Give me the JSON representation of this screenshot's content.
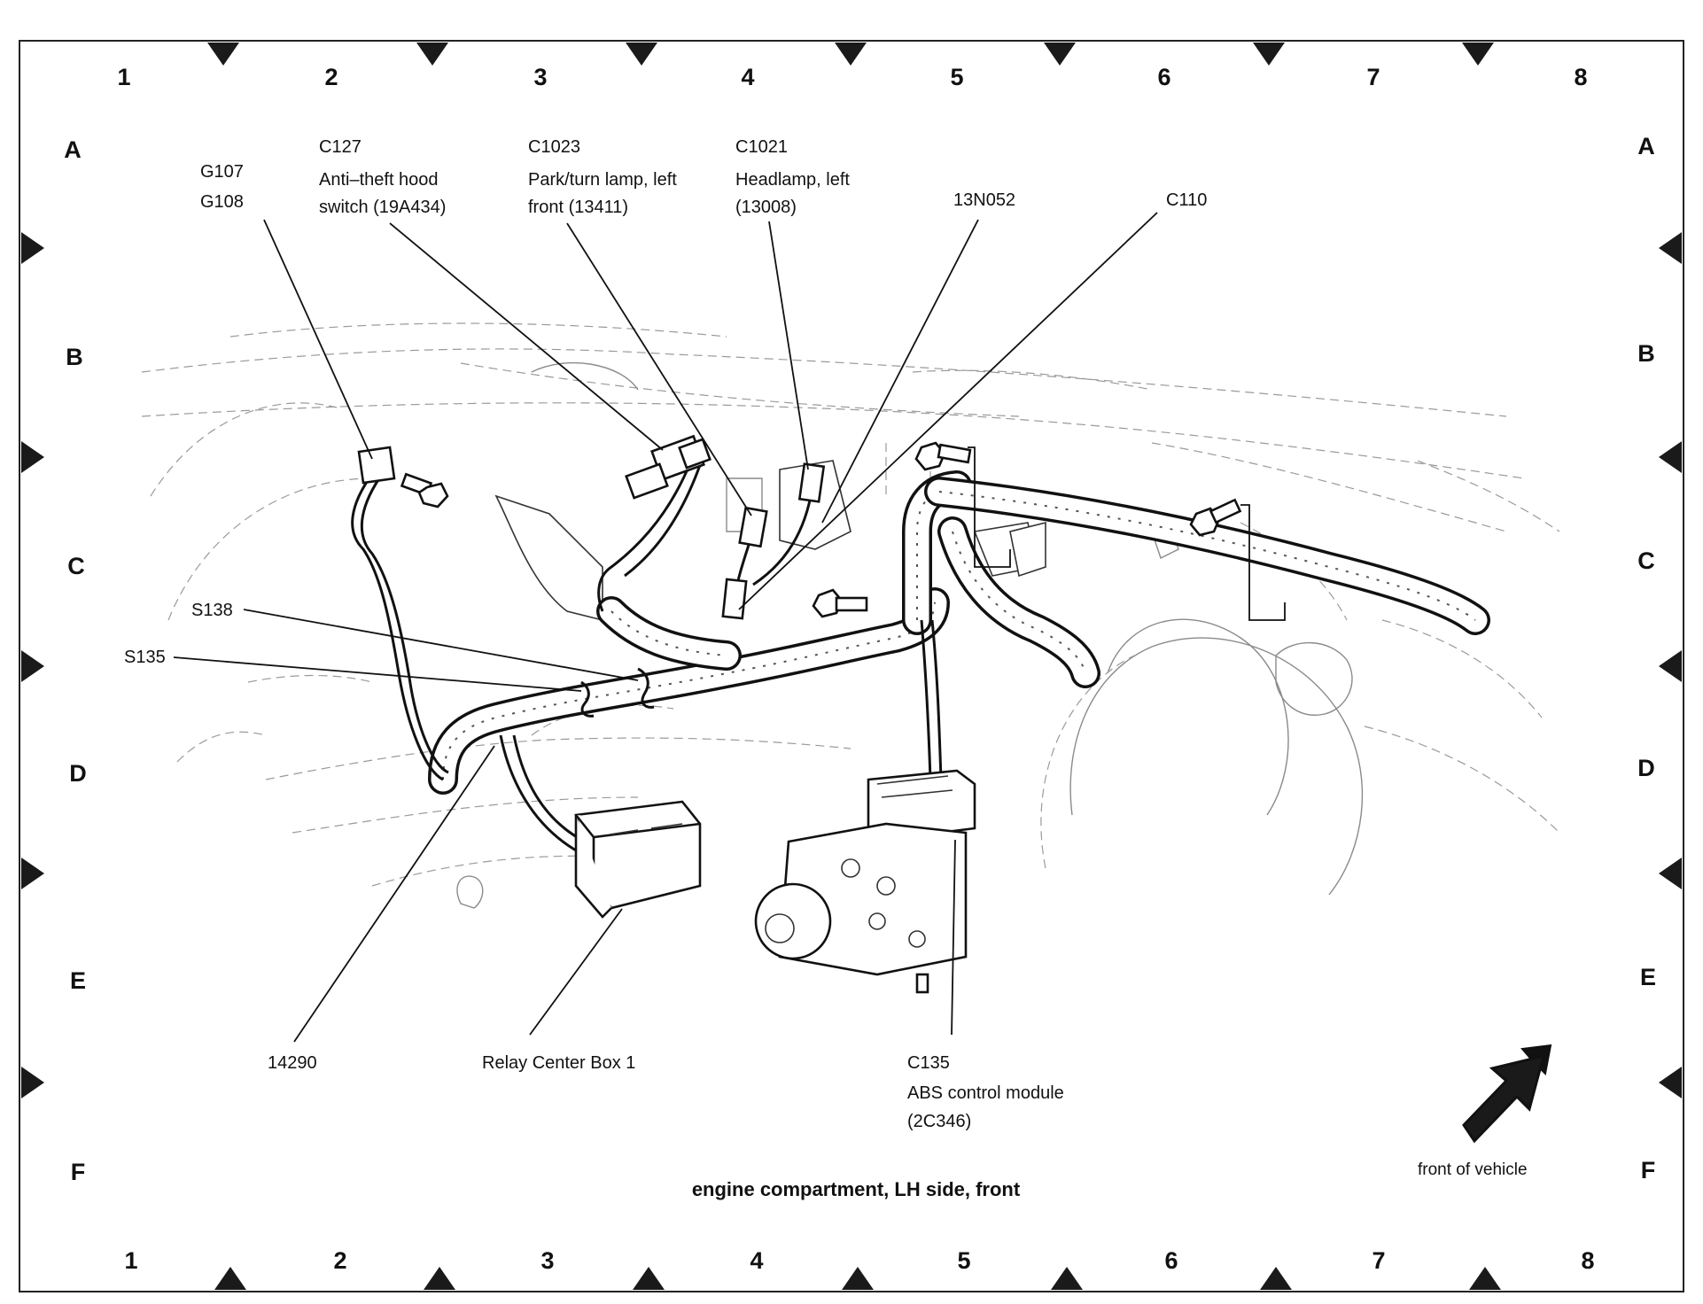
{
  "grid": {
    "columns": [
      "1",
      "2",
      "3",
      "4",
      "5",
      "6",
      "7",
      "8"
    ],
    "rows": [
      "A",
      "B",
      "C",
      "D",
      "E",
      "F"
    ]
  },
  "callouts": {
    "g107": "G107",
    "g108": "G108",
    "c127": {
      "code": "C127",
      "line1": "Anti–theft hood",
      "line2": "switch (19A434)"
    },
    "c1023": {
      "code": "C1023",
      "line1": "Park/turn lamp, left",
      "line2": "front (13411)"
    },
    "c1021": {
      "code": "C1021",
      "line1": "Headlamp, left",
      "line2": "(13008)"
    },
    "n13n052": "13N052",
    "c110": "C110",
    "s138": "S138",
    "s135": "S135",
    "n14290": "14290",
    "relay": "Relay Center Box 1",
    "c135": {
      "code": "C135",
      "line1": "ABS control module",
      "line2": "(2C346)"
    }
  },
  "front_arrow_label": "front of vehicle",
  "caption": "engine compartment, LH side, front"
}
